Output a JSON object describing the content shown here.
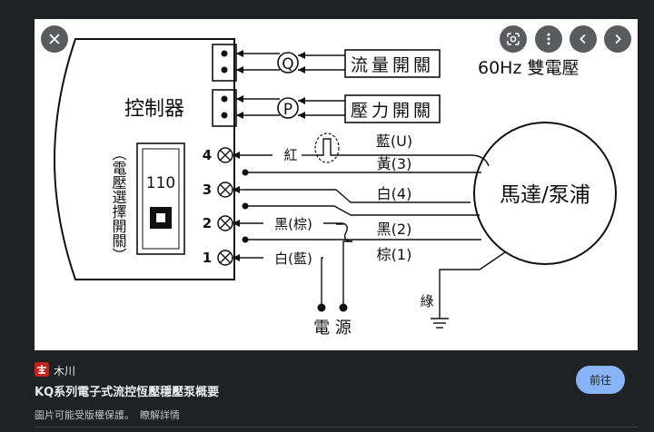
{
  "controls": {
    "close_icon": "close-icon",
    "lens_icon": "google-lens-icon",
    "more_icon": "more-vert-icon",
    "prev_icon": "chevron-left-icon",
    "next_icon": "chevron-right-icon"
  },
  "diagram": {
    "voltage_note": "60Hz 雙電壓",
    "controller_label": "控制器",
    "switch_label": "（電壓選擇開關）",
    "switch_value": "110",
    "flow_switch_label": "流量開關",
    "flow_switch_symbol": "Q",
    "pressure_switch_label": "壓力開關",
    "pressure_switch_symbol": "P",
    "terminal_4": "4",
    "terminal_3": "3",
    "terminal_2": "2",
    "terminal_1": "1",
    "wire_red": "紅",
    "wire_black_brown": "黑(棕)",
    "wire_white_blue": "白(藍)",
    "motor_label": "馬達/泵浦",
    "motor_wire_blue": "藍(U)",
    "motor_wire_yellow": "黃(3)",
    "motor_wire_white": "白(4)",
    "motor_wire_black": "黑(2)",
    "motor_wire_brown": "棕(1)",
    "ground_label": "綠",
    "power_label": "電 源"
  },
  "info": {
    "source_name": "木川",
    "title": "KQ系列電子式流控恆壓穩壓泵概要",
    "copyright": "圖片可能受版權保護。",
    "learn_more": "瞭解詳情",
    "visit_label": "前往"
  }
}
